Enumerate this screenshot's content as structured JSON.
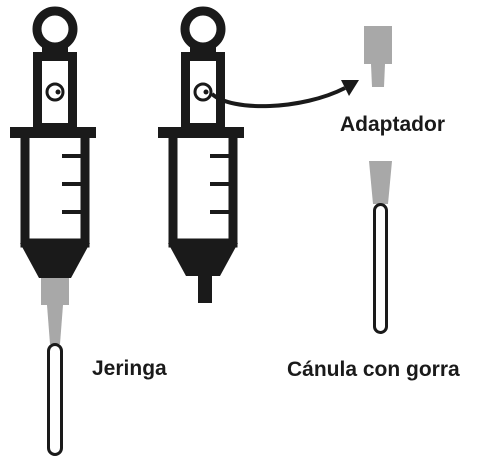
{
  "labels": {
    "syringe": "Jeringa",
    "adapter": "Adaptador",
    "cannula": "Cánula con gorra"
  },
  "colors": {
    "ink": "#1a1a1a",
    "gray": "#a8a8a8",
    "white": "#ffffff"
  }
}
